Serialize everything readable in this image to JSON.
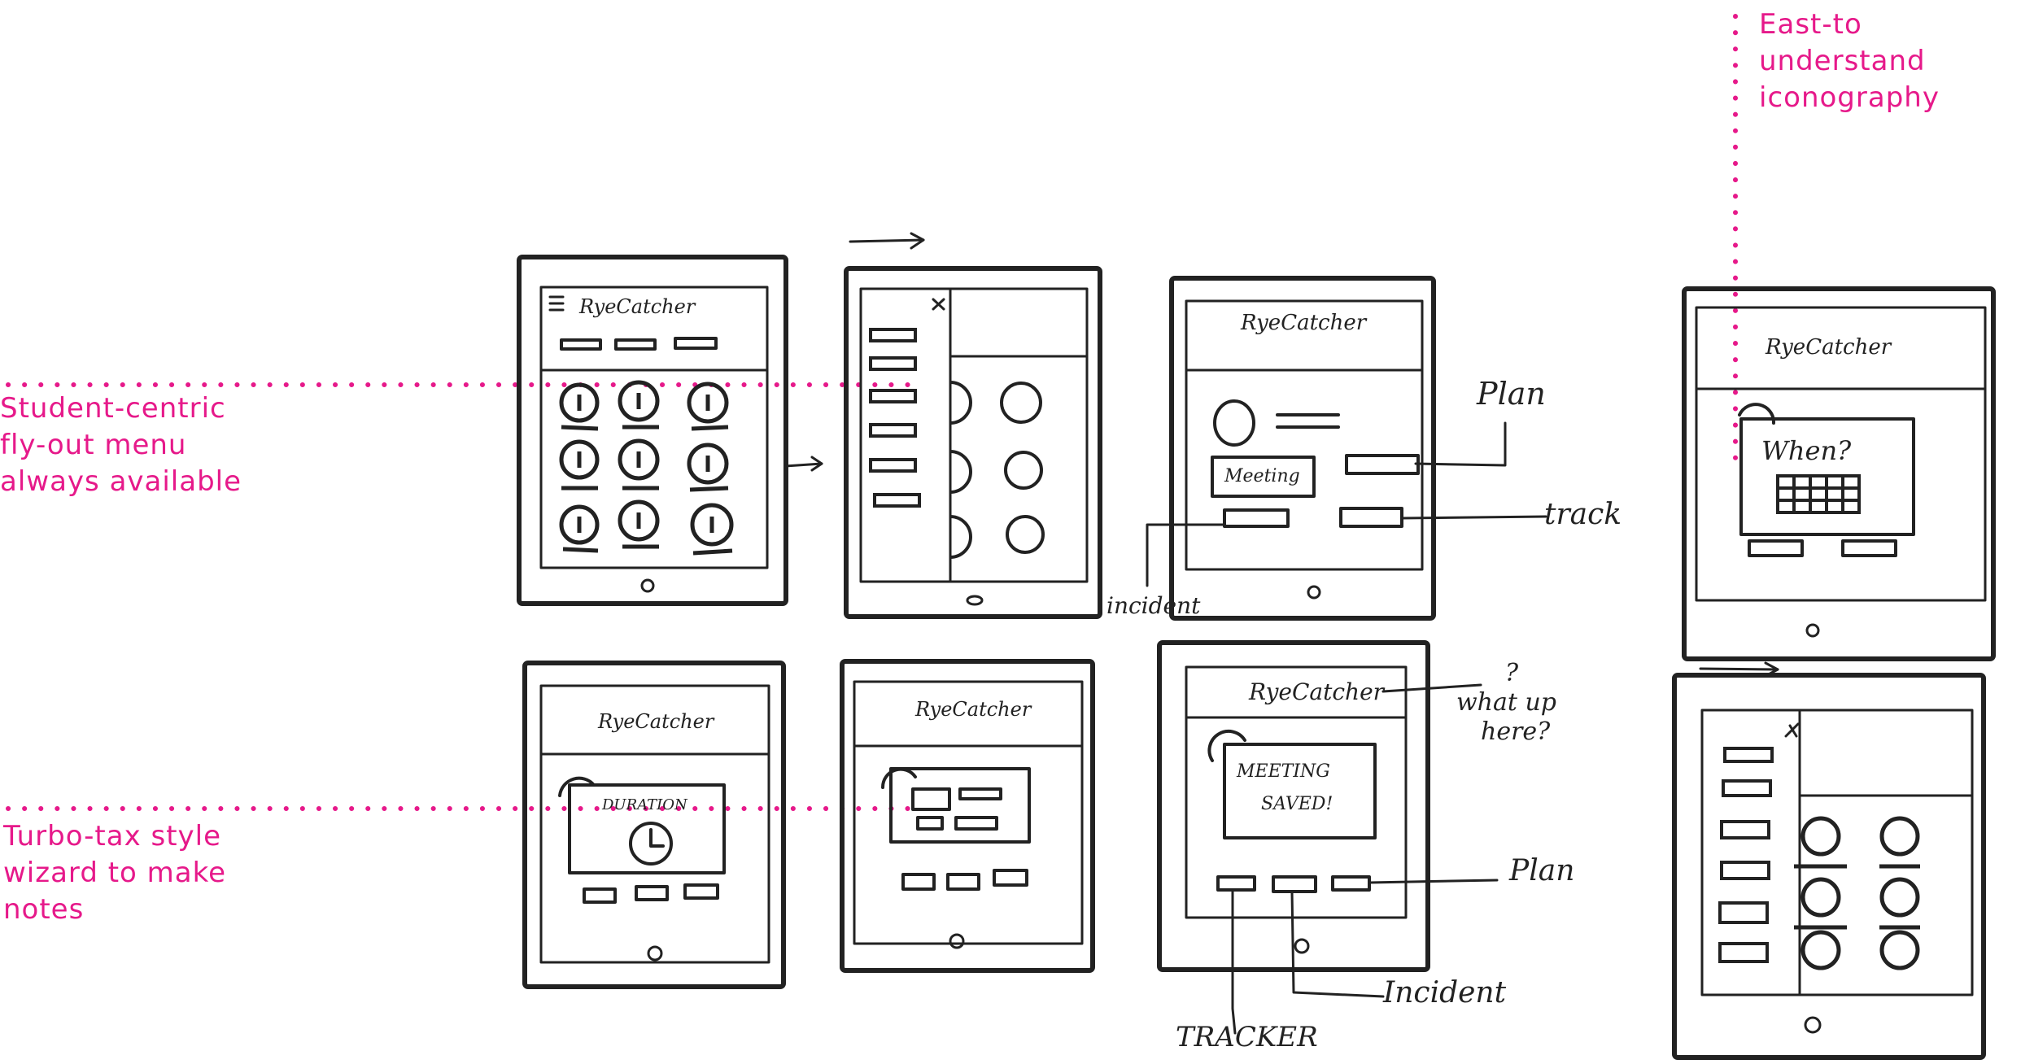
{
  "annotations": {
    "flyout": [
      "Student-centric",
      "fly-out menu",
      "always available"
    ],
    "wizard": [
      "Turbo-tax style",
      "wizard to make",
      "notes"
    ],
    "iconography": [
      "East-to",
      "understand",
      "iconography"
    ]
  },
  "brand": "RyeCatcher",
  "sketch_labels": {
    "plan_top": "Plan",
    "track": "track",
    "incident_top": "incident",
    "meeting": "Meeting",
    "when": "When?",
    "duration": "DURATION",
    "meeting_saved": [
      "MEETING",
      "SAVED!"
    ],
    "what_up": [
      "?",
      "what up",
      "here?"
    ],
    "plan_bottom": "Plan",
    "incident_bottom": "Incident",
    "tracker": "TRACKER"
  },
  "colors": {
    "accent": "#e6198a",
    "ink": "#222222"
  }
}
